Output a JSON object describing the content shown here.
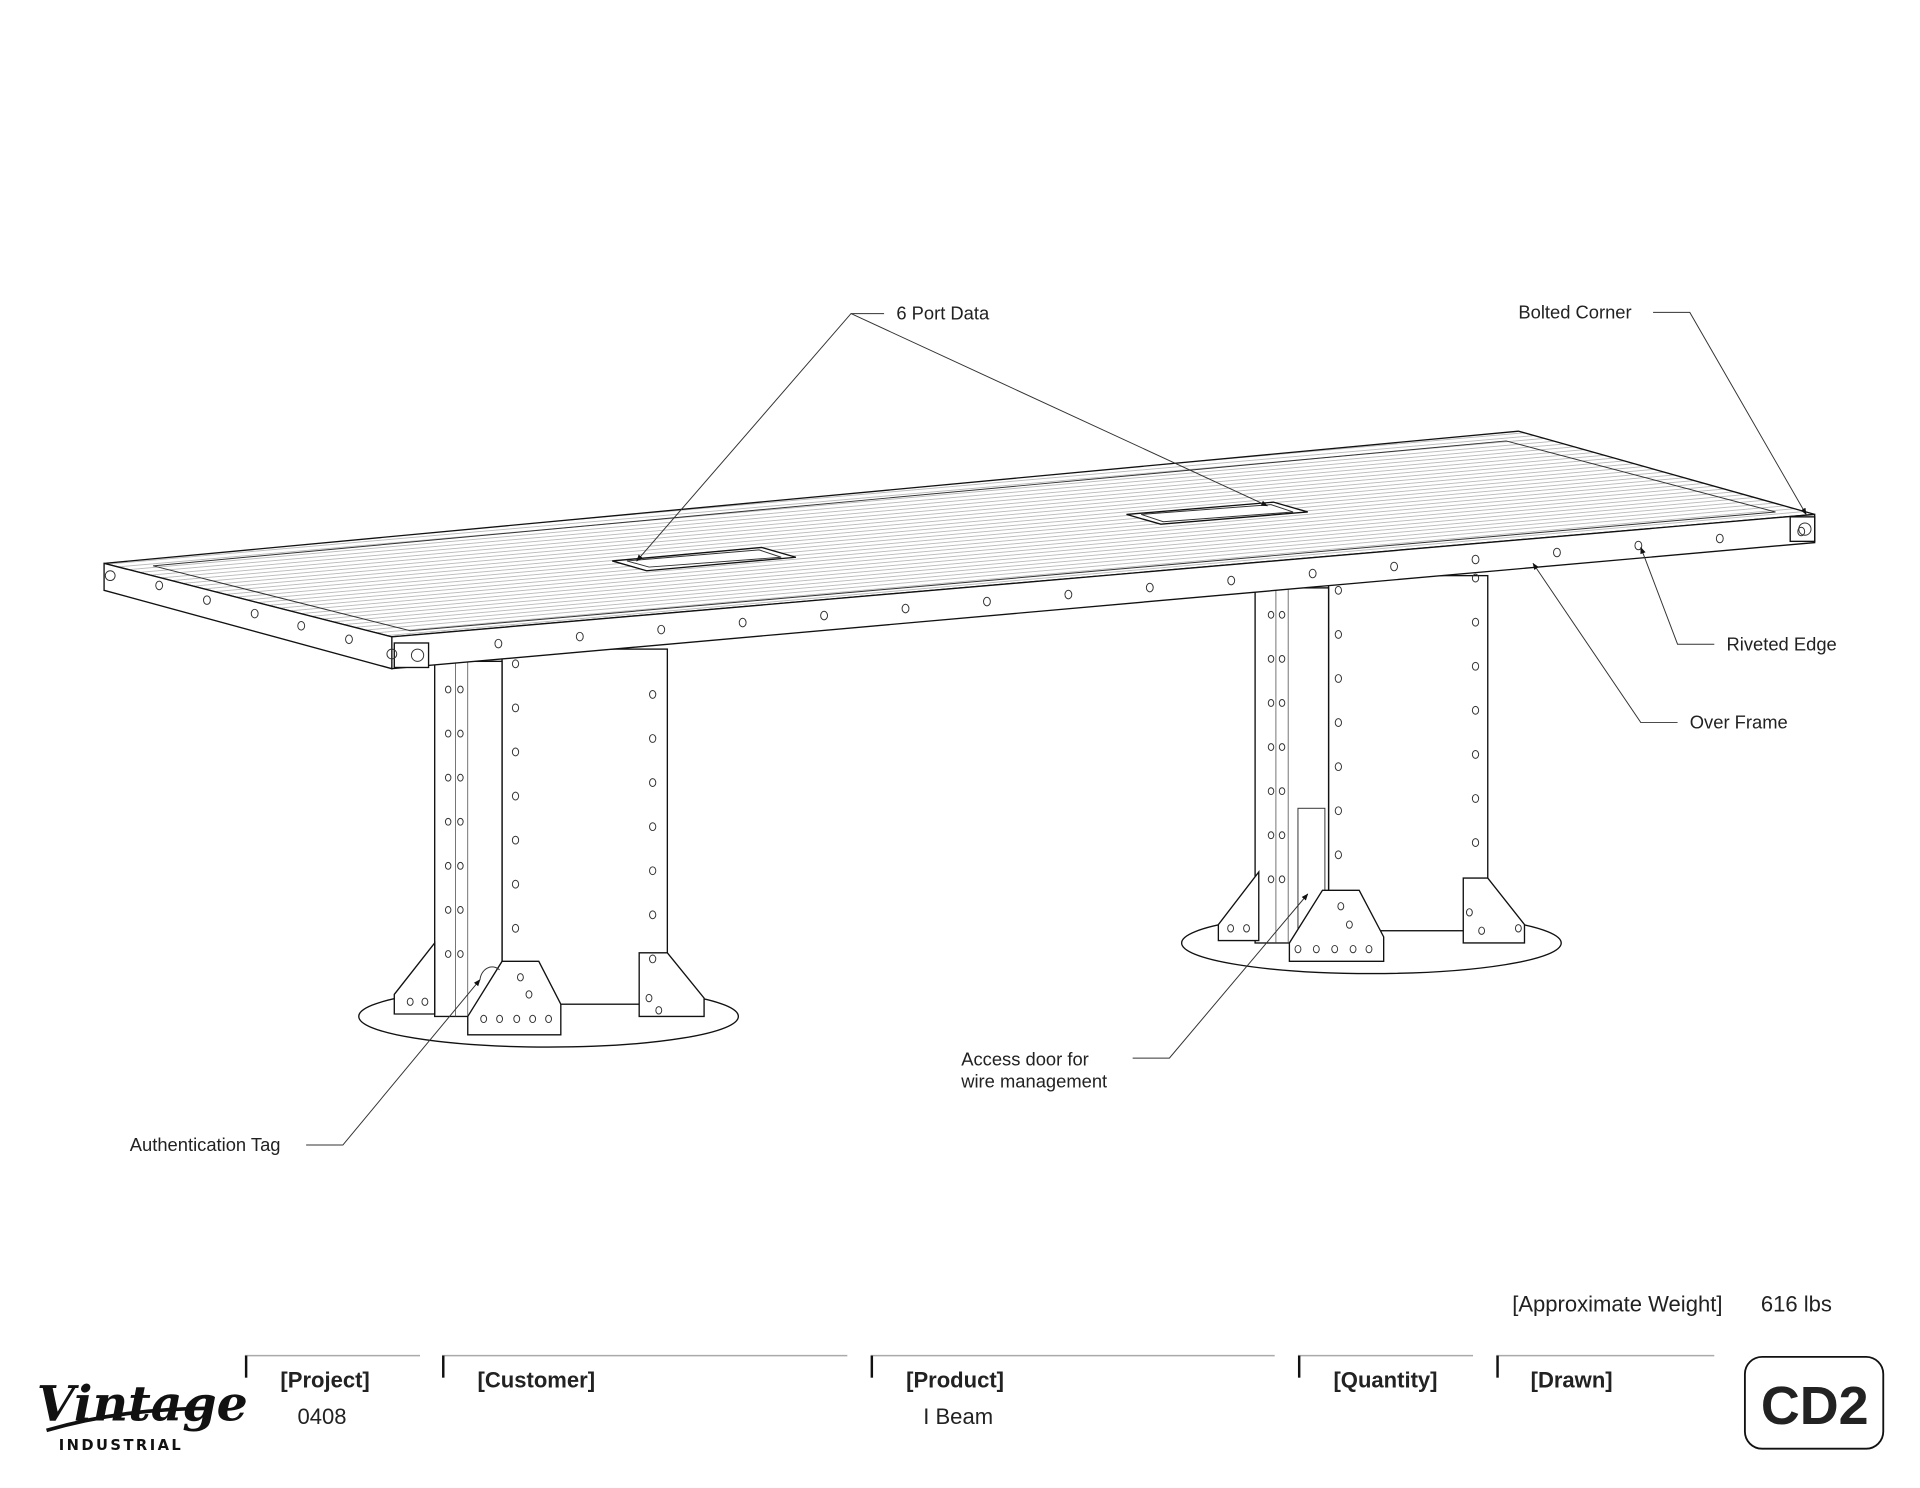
{
  "callouts": {
    "port_data": "6 Port Data",
    "bolted_corner": "Bolted Corner",
    "riveted_edge": "Riveted Edge",
    "over_frame": "Over Frame",
    "access_door_line1": "Access door for",
    "access_door_line2": "wire management",
    "authentication_tag": "Authentication Tag"
  },
  "weight": {
    "label": "[Approximate Weight]",
    "value": "616 lbs"
  },
  "title_block": {
    "logo_script": "Vintage",
    "logo_sub": "INDUSTRIAL",
    "project_label": "[Project]",
    "project_value": "0408",
    "customer_label": "[Customer]",
    "product_label": "[Product]",
    "product_value": "I Beam",
    "quantity_label": "[Quantity]",
    "drawn_label": "[Drawn]",
    "sheet_id": "CD2"
  }
}
